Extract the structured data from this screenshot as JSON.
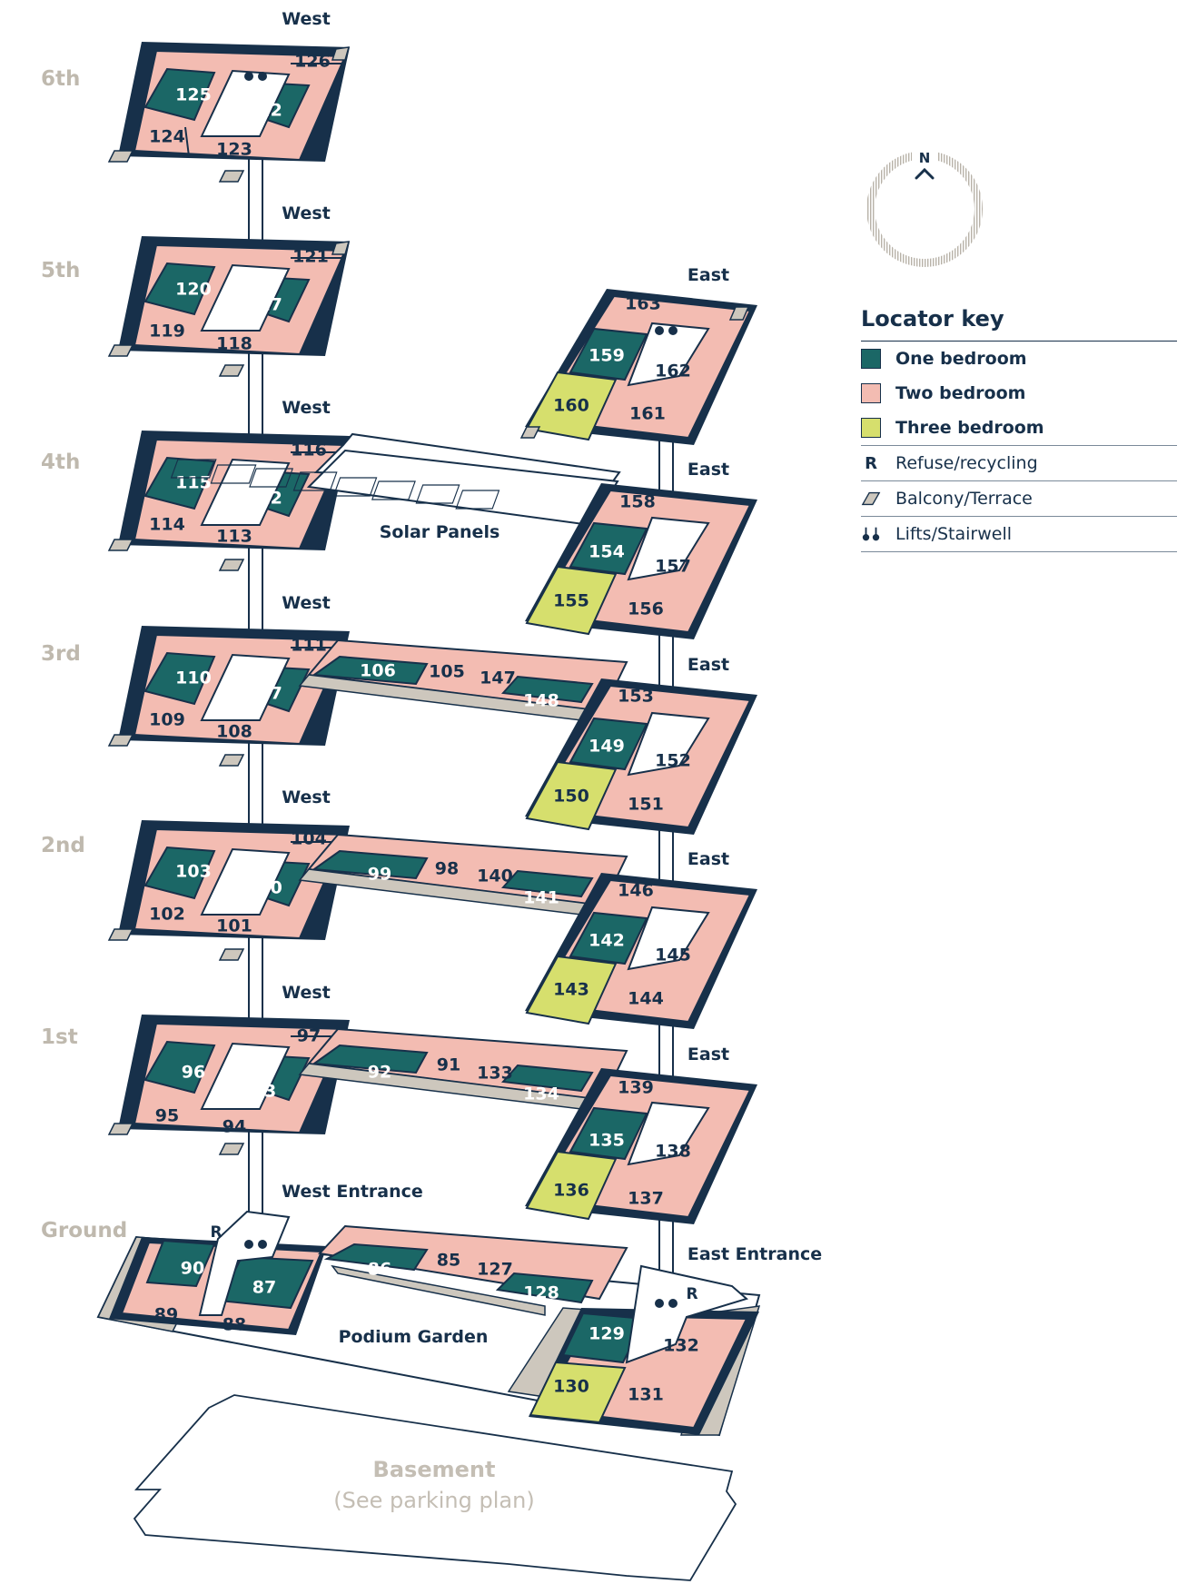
{
  "colors": {
    "one_bedroom": "#1b6766",
    "two_bedroom": "#f3bcb2",
    "three_bedroom": "#d6df6d",
    "balcony": "#cdc7bd",
    "outline": "#17304a",
    "muted_text": "#bfb9ae"
  },
  "floors": {
    "sixth": "6th",
    "fifth": "5th",
    "fourth": "4th",
    "third": "3rd",
    "second": "2nd",
    "first": "1st",
    "ground": "Ground"
  },
  "wings": {
    "west": "West",
    "east": "East",
    "west_entrance": "West Entrance",
    "east_entrance": "East Entrance"
  },
  "areas": {
    "solar_panels": "Solar Panels",
    "podium_garden": "Podium Garden",
    "basement": "Basement",
    "basement_note": "(See parking plan)",
    "refuse_mark": "R"
  },
  "compass": {
    "north": "N"
  },
  "legend": {
    "title": "Locator key",
    "one_bedroom": "One bedroom",
    "two_bedroom": "Two bedroom",
    "three_bedroom": "Three bedroom",
    "refuse_symbol": "R",
    "refuse": "Refuse/recycling",
    "balcony": "Balcony/Terrace",
    "lifts": "Lifts/Stairwell"
  },
  "units": {
    "f6": [
      "125",
      "126",
      "122",
      "124",
      "123"
    ],
    "f5": [
      "120",
      "121",
      "117",
      "119",
      "118"
    ],
    "f4w": [
      "115",
      "116",
      "112",
      "114",
      "113"
    ],
    "f3w": [
      "110",
      "111",
      "107",
      "109",
      "108"
    ],
    "f2w": [
      "103",
      "104",
      "100",
      "102",
      "101"
    ],
    "f1w": [
      "96",
      "97",
      "93",
      "95",
      "94"
    ],
    "gw": [
      "90",
      "87",
      "89",
      "88"
    ],
    "f5e": [
      "163",
      "159",
      "162",
      "160",
      "161"
    ],
    "f4e": [
      "158",
      "154",
      "157",
      "155",
      "156"
    ],
    "f3e": [
      "153",
      "149",
      "152",
      "150",
      "151"
    ],
    "f2e": [
      "146",
      "142",
      "145",
      "143",
      "144"
    ],
    "f1e": [
      "139",
      "135",
      "138",
      "136",
      "137"
    ],
    "ge": [
      "129",
      "132",
      "130",
      "131"
    ],
    "f3b": [
      "106",
      "105",
      "147",
      "148"
    ],
    "f2b": [
      "99",
      "98",
      "140",
      "141"
    ],
    "f1b": [
      "92",
      "91",
      "133",
      "134"
    ],
    "gb": [
      "86",
      "85",
      "127",
      "128"
    ]
  }
}
